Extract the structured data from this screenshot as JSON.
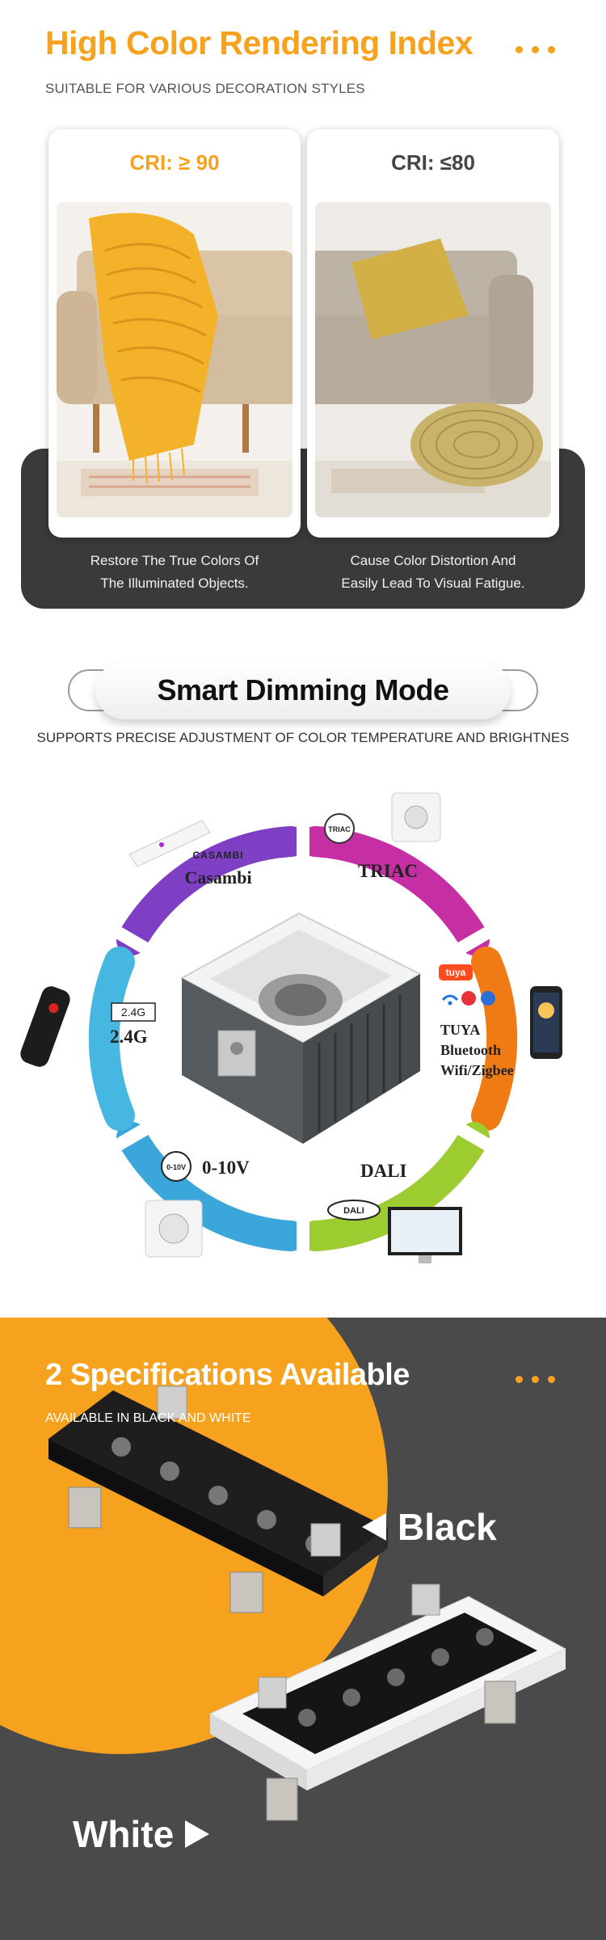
{
  "section1": {
    "title": "High Color Rendering Index",
    "subtitle": "SUITABLE FOR VARIOUS DECORATION STYLES",
    "left_card": {
      "heading": "CRI: ≥ 90",
      "caption_line1": "Restore The True Colors Of",
      "caption_line2": "The Illuminated Objects."
    },
    "right_card": {
      "heading": "CRI: ≤80",
      "caption_line1": "Cause Color Distortion And",
      "caption_line2": "Easily Lead To Visual Fatigue."
    }
  },
  "section2": {
    "title": "Smart Dimming Mode",
    "subtitle": "SUPPORTS PRECISE ADJUSTMENT OF  COLOR TEMPERATURE AND BRIGHTNES",
    "modes": {
      "casambi_brand": "CASAMBI",
      "casambi": "Casambi",
      "triac_badge": "TRIAC",
      "triac": "TRIAC",
      "rf_badge": "2.4G",
      "rf": "2.4G",
      "tuya_badge": "tuya",
      "tuya_line1": "TUYA",
      "tuya_line2": "Bluetooth",
      "tuya_line3": "Wifi/Zigbee",
      "v010_badge": "0-10V",
      "v010": "0-10V",
      "dali_badge": "DALI",
      "dali": "DALI"
    }
  },
  "section3": {
    "title": "2 Specifications Available",
    "subtitle": "AVAILABLE IN BLACK AND WHITE",
    "black_label": "Black",
    "white_label": "White"
  },
  "colors": {
    "accent": "#f7a21f",
    "dark_band": "#3a3a3a",
    "section3_bg": "#4a4a4a",
    "casambi": "#7e3fc4",
    "triac": "#c52fa3",
    "tuya": "#f07a13",
    "dali": "#9ccc2f",
    "v010": "#3aa6d9",
    "rf": "#46b7e0"
  }
}
